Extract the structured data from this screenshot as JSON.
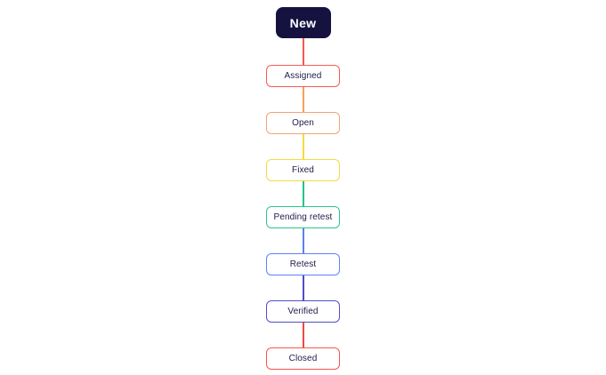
{
  "diagram": {
    "background": "#ffffff",
    "default_text_color": "#1e1b4b",
    "nodes": [
      {
        "id": "new",
        "label": "New",
        "kind": "start",
        "fill": "#161240",
        "border": "#161240",
        "text_color": "#ffffff"
      },
      {
        "id": "assigned",
        "label": "Assigned",
        "kind": "state",
        "fill": "#ffffff",
        "border": "#f95b51",
        "text_color": "#1e1b4b"
      },
      {
        "id": "open",
        "label": "Open",
        "kind": "state",
        "fill": "#ffffff",
        "border": "#f4a470",
        "text_color": "#1e1b4b"
      },
      {
        "id": "fixed",
        "label": "Fixed",
        "kind": "state",
        "fill": "#ffffff",
        "border": "#f5db3e",
        "text_color": "#1e1b4b"
      },
      {
        "id": "pending-retest",
        "label": "Pending retest",
        "kind": "state",
        "fill": "#ffffff",
        "border": "#2cc688",
        "text_color": "#1e1b4b"
      },
      {
        "id": "retest",
        "label": "Retest",
        "kind": "state",
        "fill": "#ffffff",
        "border": "#5f82f6",
        "text_color": "#1e1b4b"
      },
      {
        "id": "verified",
        "label": "Verified",
        "kind": "state",
        "fill": "#ffffff",
        "border": "#524ec6",
        "text_color": "#1e1b4b"
      },
      {
        "id": "closed",
        "label": "Closed",
        "kind": "state",
        "fill": "#ffffff",
        "border": "#f9564c",
        "text_color": "#1e1b4b"
      }
    ],
    "connectors": [
      {
        "from": "new",
        "to": "assigned",
        "color": "#f9584e"
      },
      {
        "from": "assigned",
        "to": "open",
        "color": "#f8a055"
      },
      {
        "from": "open",
        "to": "fixed",
        "color": "#f7d93d"
      },
      {
        "from": "fixed",
        "to": "pending-retest",
        "color": "#21c688"
      },
      {
        "from": "pending-retest",
        "to": "retest",
        "color": "#5c80f6"
      },
      {
        "from": "retest",
        "to": "verified",
        "color": "#4d4dcb"
      },
      {
        "from": "verified",
        "to": "closed",
        "color": "#f4473e"
      }
    ]
  }
}
